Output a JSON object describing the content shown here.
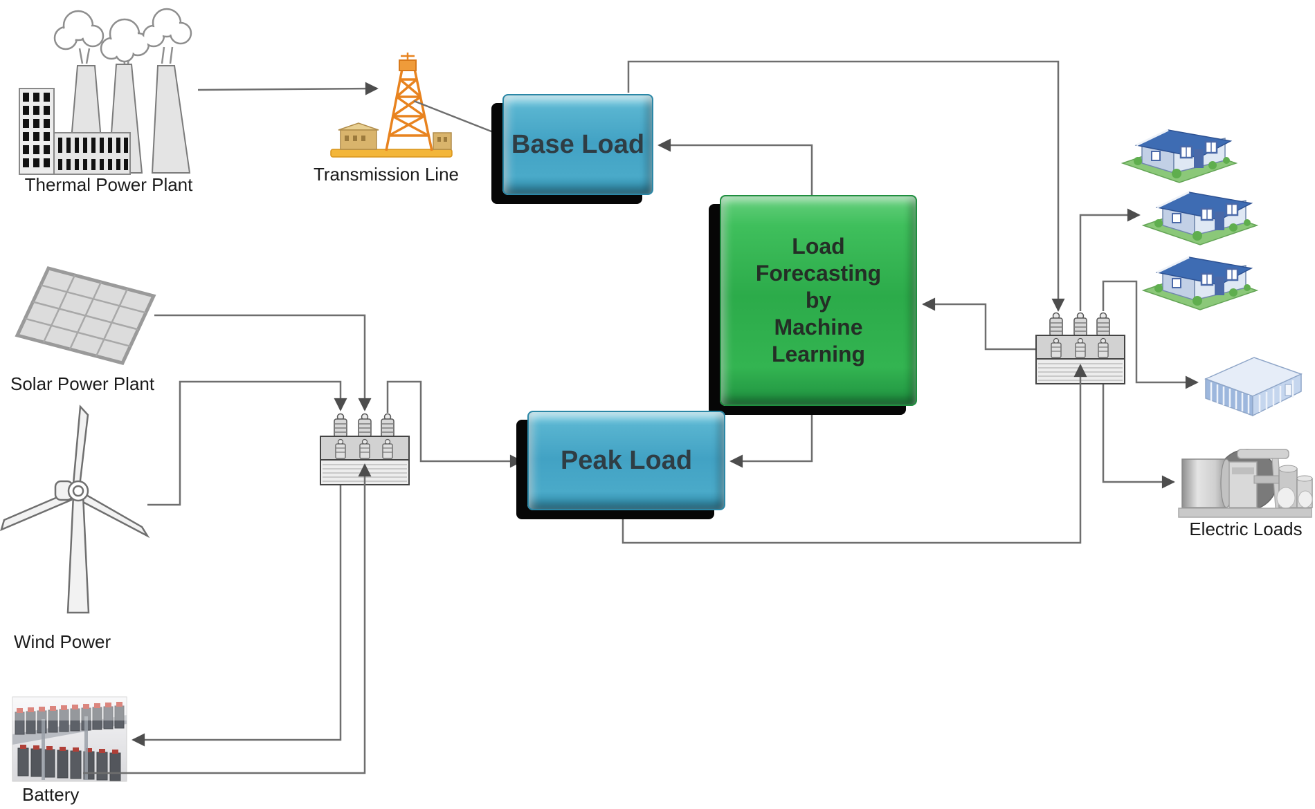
{
  "diagram": {
    "title": "Load forecasting by machine learning power system diagram",
    "nodes": {
      "thermal": {
        "label": "Thermal Power Plant"
      },
      "transmission": {
        "label": "Transmission Line"
      },
      "base_load": {
        "label": "Base Load"
      },
      "load_forecasting": {
        "label": "Load Forecasting by Machine Learning",
        "lines": [
          "Load",
          "Forecasting",
          "by",
          "Machine",
          "Learning"
        ]
      },
      "peak_load": {
        "label": "Peak Load"
      },
      "solar": {
        "label": "Solar Power Plant"
      },
      "wind": {
        "label": "Wind Power"
      },
      "battery": {
        "label": "Battery"
      },
      "electric_loads": {
        "label": "Electric Loads"
      }
    },
    "colors": {
      "box_blue": "#42a2c4",
      "box_green": "#2cab4a",
      "wire": "#6e6e6e",
      "arrowhead": "#4d4d4d",
      "tower_orange": "#e8831f",
      "house_roof_blue": "#3e6cb3",
      "lawn_green": "#8bc879",
      "label_text": "#1b1b1b"
    }
  }
}
